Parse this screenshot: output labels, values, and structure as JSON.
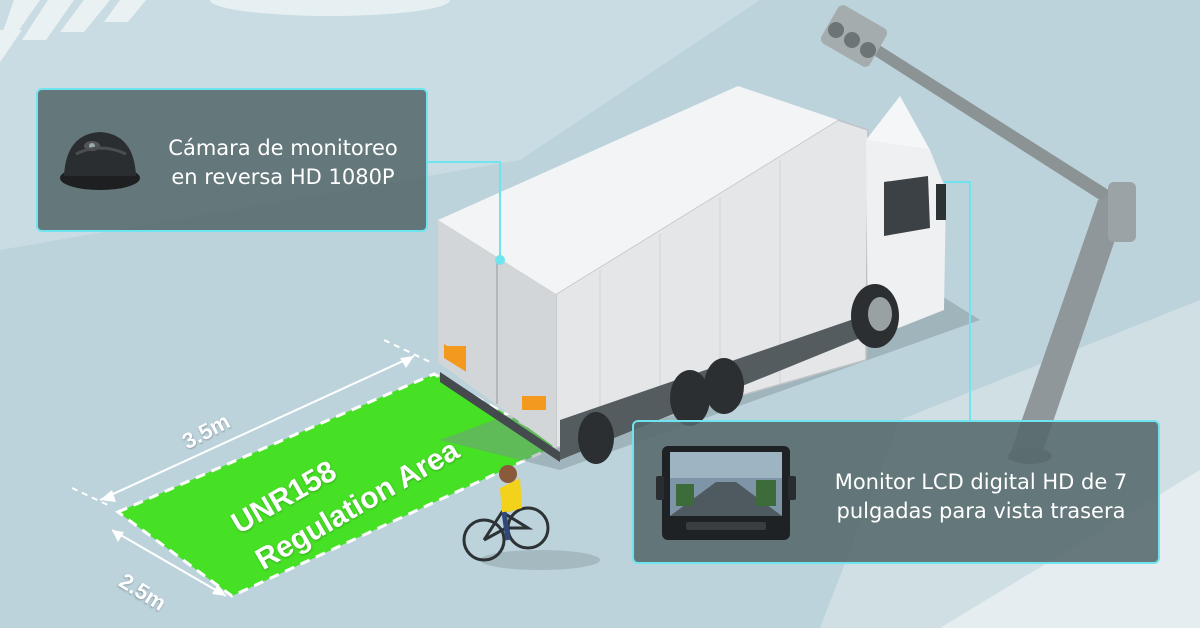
{
  "camera_callout": {
    "line1": "Cámara de monitoreo",
    "line2": "en reversa HD 1080P",
    "icon": "dome-camera-icon"
  },
  "monitor_callout": {
    "line1": "Monitor LCD digital HD de 7",
    "line2": "pulgadas para vista trasera",
    "icon": "lcd-monitor-icon"
  },
  "zone": {
    "line1": "UNR158",
    "line2": "Regulation Area"
  },
  "dimensions": {
    "length": "3.5m",
    "width": "2.5m"
  },
  "colors": {
    "accent": "#6fe3ee",
    "zone_green": "#3fe01a",
    "callout_bg": "#55696c"
  }
}
